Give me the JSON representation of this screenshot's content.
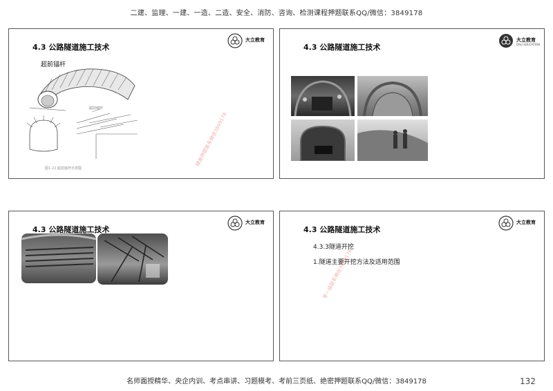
{
  "page": {
    "header_text": "二建、监理、一建、一造、二造、安全、消防、咨询、检测课程押题联系QQ/微信：3849178",
    "footer_text": "名师面授精华、央企内训、考点串讲、习题模考、考前三页纸、绝密押题联系QQ/微信：3849178",
    "page_number": "132"
  },
  "brand": {
    "logo_name": "大立教育",
    "logo_sub": "DALI EDUCATION",
    "watermark_text": "精准押题联系微信3849178",
    "watermark_text_short": "考一级联系微信3849178"
  },
  "slides": [
    {
      "title": "4.3 公路隧道施工技术",
      "subtitle": "超前锚杆",
      "diagram_label_top": "超前锚杆",
      "diagram_caption": "图1-22 超前锚杆示意图"
    },
    {
      "title": "4.3 公路隧道施工技术"
    },
    {
      "title": "4.3 公路隧道施工技术"
    },
    {
      "title": "4.3 公路隧道施工技术",
      "lines": [
        "4.3.3隧道开挖",
        "1.隧道主要开挖方法及适用范围"
      ]
    }
  ]
}
